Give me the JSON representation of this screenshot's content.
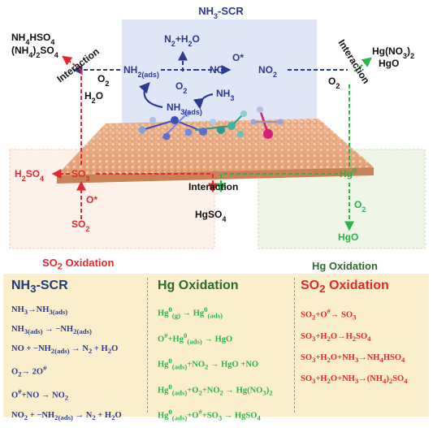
{
  "title_html": "NH<sub>3</sub>-SCR",
  "nodes": {
    "n2h2o": "N<tspan baseline-shift='sub' font-size='9'>2</tspan>+H<tspan baseline-shift='sub' font-size='9'>2</tspan>O",
    "nh2ads": "NH<tspan baseline-shift='sub' font-size='9'>2(ads)</tspan>",
    "o2_top": "O<tspan baseline-shift='sub' font-size='9'>2</tspan>",
    "nh3ads": "NH<tspan baseline-shift='sub' font-size='9'>3(ads)</tspan>",
    "nh3": "NH<tspan baseline-shift='sub' font-size='9'>3</tspan>",
    "no": "NO",
    "ostar": "O*",
    "no2": "NO<tspan baseline-shift='sub' font-size='9'>2</tspan>",
    "nh4hso4": "NH<tspan baseline-shift='sub' font-size='9'>4</tspan>HSO<tspan baseline-shift='sub' font-size='9'>4</tspan>",
    "nh42so4": "(NH<tspan baseline-shift='sub' font-size='9'>4</tspan>)<tspan baseline-shift='sub' font-size='9'>2</tspan>SO<tspan baseline-shift='sub' font-size='9'>4</tspan>",
    "interaction_left": "Interaction",
    "o2_left": "O<tspan baseline-shift='sub' font-size='9'>2</tspan>",
    "h2o_left": "H<tspan baseline-shift='sub' font-size='9'>2</tspan>O",
    "hgno32": "Hg(NO<tspan baseline-shift='sub' font-size='9'>3</tspan>)<tspan baseline-shift='sub' font-size='9'>2</tspan>",
    "hgo_top": "HgO",
    "interaction_right": "Interaction",
    "o2_right": "O<tspan baseline-shift='sub' font-size='9'>2</tspan>",
    "h2so4": "H<tspan baseline-shift='sub' font-size='9'>2</tspan>SO<tspan baseline-shift='sub' font-size='9'>4</tspan>",
    "so3": "SO<tspan baseline-shift='sub' font-size='9'>3</tspan>",
    "ostar_so2": "O*",
    "so2": "SO<tspan baseline-shift='sub' font-size='9'>2</tspan>",
    "interaction_bottom": "Interaction",
    "hgso4": "HgSO<tspan baseline-shift='sub' font-size='9'>4</tspan>",
    "hg0": "Hg<tspan baseline-shift='super' font-size='9'>0</tspan>",
    "o2_hg": "O<tspan baseline-shift='sub' font-size='9'>2</tspan>",
    "hgo_bottom": "HgO"
  },
  "so2_oxidation_label": "SO<sub>2</sub> Oxidation",
  "hg_oxidation_label": "Hg Oxidation",
  "panels": [
    {
      "title": "NH<sub>3</sub>-SCR",
      "equations": [
        "NH<sub>3</sub>→NH<sub>3(ads)</sub>",
        "NH<sub>3(ads)</sub> → −NH<sub>2(ads)</sub>",
        "NO + −NH<sub>2(ads)</sub> → N<sub>2</sub> + H<sub>2</sub>O",
        "O<sub>2</sub>→ 2O<sup>#</sup>",
        "O<sup>#</sup>+NO → NO<sub>2</sub>",
        "NO<sub>2</sub> + −NH<sub>2(ads)</sub> → N<sub>2</sub> + H<sub>2</sub>O"
      ]
    },
    {
      "title": "Hg Oxidation",
      "equations": [
        "Hg<sup>0</sup><sub>(g)</sub> → Hg<sup>0</sup><sub>(ads)</sub>",
        "O<sup>#</sup>+Hg<sup>0</sup><sub>(ads)</sub> → HgO",
        "Hg<sup>0</sup><sub>(ads)</sub>+NO<sub>2</sub> → HgO +NO",
        "Hg<sup>0</sup><sub>(ads)</sub>+O<sub>2</sub>+NO<sub>2</sub> → Hg(NO<sub>3</sub>)<sub>2</sub>",
        "Hg<sup>0</sup><sub>(ads)</sub>+O<sup>#</sup>+SO<sub>3</sub> → HgSO<sub>4</sub>"
      ]
    },
    {
      "title": "SO<sub>2</sub> Oxidation",
      "equations": [
        "SO<sub>2</sub>+O<sup>#</sup>→ SO<sub>3</sub>",
        "SO<sub>3</sub>+H<sub>2</sub>O→H<sub>2</sub>SO<sub>4</sub>",
        "SO<sub>3</sub>+H<sub>2</sub>O+NH<sub>3</sub>→NH<sub>4</sub>HSO<sub>4</sub>",
        "SO<sub>3</sub>+H<sub>2</sub>O+NH<sub>3</sub>→(NH<sub>4</sub>)<sub>2</sub>SO<sub>4</sub>"
      ]
    }
  ],
  "colors": {
    "scr_blue": "#2b3990",
    "hg_green": "#2bb34a",
    "so2_red": "#e5282d",
    "panel_bg": "#fbeecb",
    "scr_box": "#dfe6f5",
    "so2_box": "#fdf1ea",
    "hg_box": "#eef5e6"
  }
}
